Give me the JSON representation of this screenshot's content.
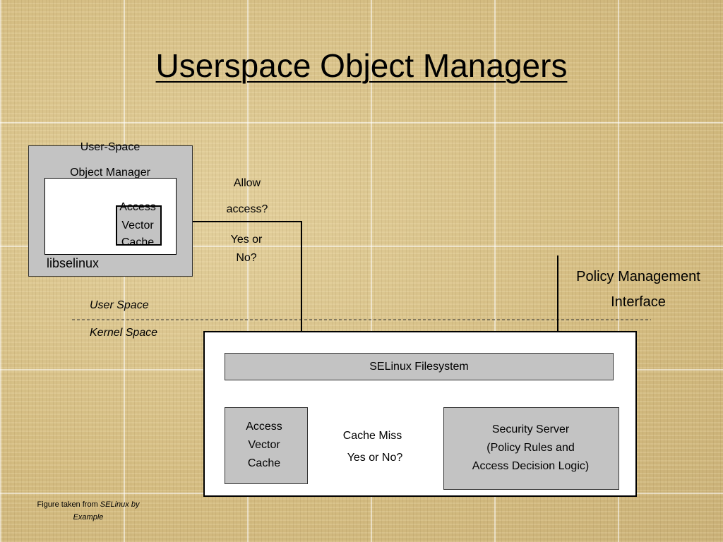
{
  "title": "Userspace Object Managers",
  "user_space_object_manager": {
    "line1": "User-Space",
    "line2": "Object Manager",
    "avc_lines": [
      "Access",
      "Vector",
      "Cache"
    ],
    "library": "libselinux"
  },
  "allow_query": {
    "line1": "Allow",
    "line2": "access?",
    "answer_line1": "Yes or",
    "answer_line2": "No?"
  },
  "policy_management": {
    "line1": "Policy Management",
    "line2": "Interface"
  },
  "boundary": {
    "user_space": "User Space",
    "kernel_space": "Kernel Space"
  },
  "kernel": {
    "filesystem": "SELinux Filesystem",
    "avc_lines": [
      "Access",
      "Vector",
      "Cache"
    ],
    "cache_miss": "Cache Miss",
    "yes_or_no": "Yes or No?",
    "security_server_lines": [
      "Security Server",
      "(Policy Rules and",
      "Access Decision Logic)"
    ]
  },
  "caption": {
    "prefix": "Figure taken from ",
    "source_part1": "SELinux by",
    "source_part2": "Example"
  }
}
